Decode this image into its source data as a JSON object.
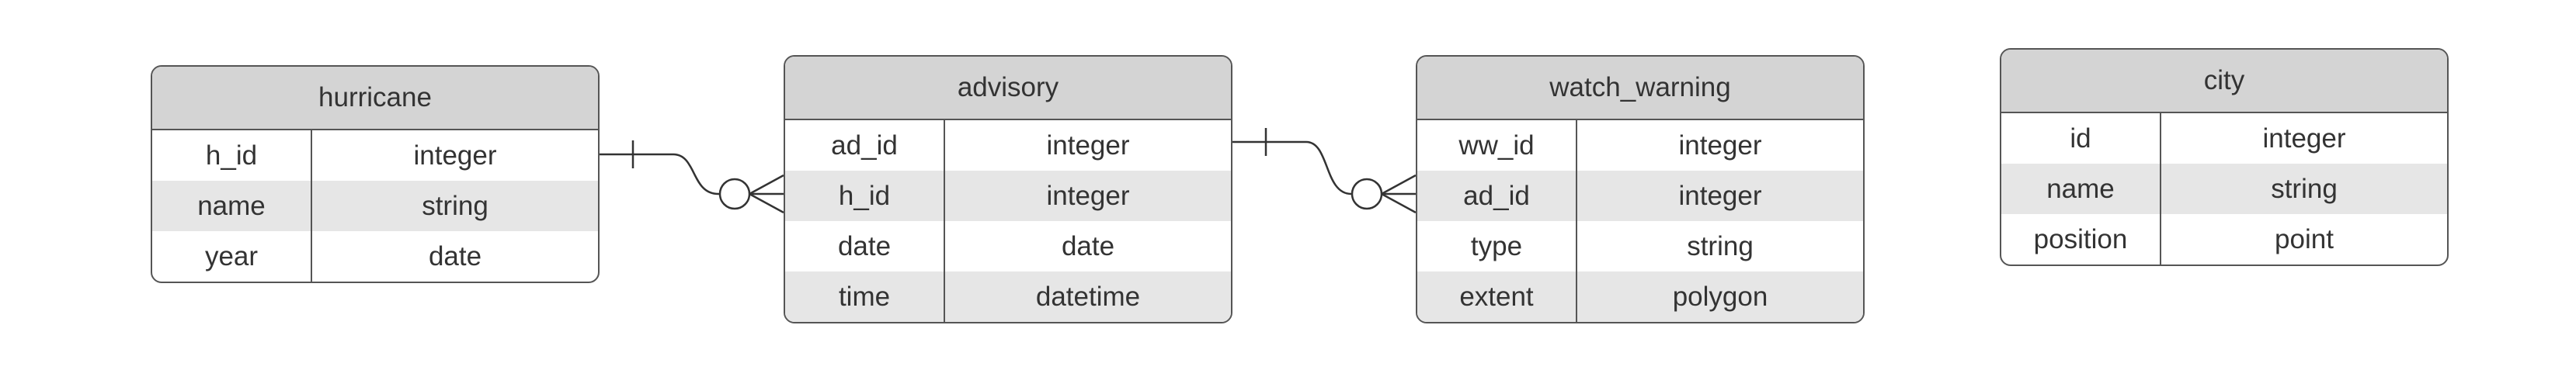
{
  "entities": {
    "hurricane": {
      "title": "hurricane",
      "rows": [
        {
          "name": "h_id",
          "type": "integer"
        },
        {
          "name": "name",
          "type": "string"
        },
        {
          "name": "year",
          "type": "date"
        }
      ]
    },
    "advisory": {
      "title": "advisory",
      "rows": [
        {
          "name": "ad_id",
          "type": "integer"
        },
        {
          "name": "h_id",
          "type": "integer"
        },
        {
          "name": "date",
          "type": "date"
        },
        {
          "name": "time",
          "type": "datetime"
        }
      ]
    },
    "watch_warning": {
      "title": "watch_warning",
      "rows": [
        {
          "name": "ww_id",
          "type": "integer"
        },
        {
          "name": "ad_id",
          "type": "integer"
        },
        {
          "name": "type",
          "type": "string"
        },
        {
          "name": "extent",
          "type": "polygon"
        }
      ]
    },
    "city": {
      "title": "city",
      "rows": [
        {
          "name": "id",
          "type": "integer"
        },
        {
          "name": "name",
          "type": "string"
        },
        {
          "name": "position",
          "type": "point"
        }
      ]
    }
  },
  "relationships": [
    {
      "from": "hurricane",
      "to": "advisory",
      "from_cardinality": "one",
      "to_cardinality": "zero-or-many"
    },
    {
      "from": "advisory",
      "to": "watch_warning",
      "from_cardinality": "one",
      "to_cardinality": "zero-or-many"
    }
  ],
  "colors": {
    "header_fill": "#d4d4d4",
    "alt_row_fill": "#e6e6e6",
    "border": "#555555",
    "line": "#333333",
    "text": "#333333"
  }
}
